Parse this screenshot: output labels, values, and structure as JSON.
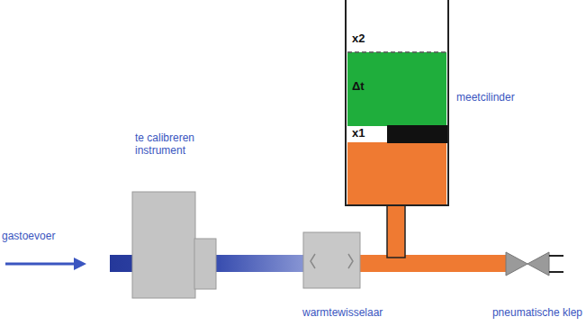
{
  "diagram": {
    "labels": [
      "te calibreren instrument",
      "x2",
      "Δt",
      "meetcilinder",
      "x1",
      "gastoevoer",
      "warmtewisselaar",
      "pneumatische klep"
    ]
  }
}
